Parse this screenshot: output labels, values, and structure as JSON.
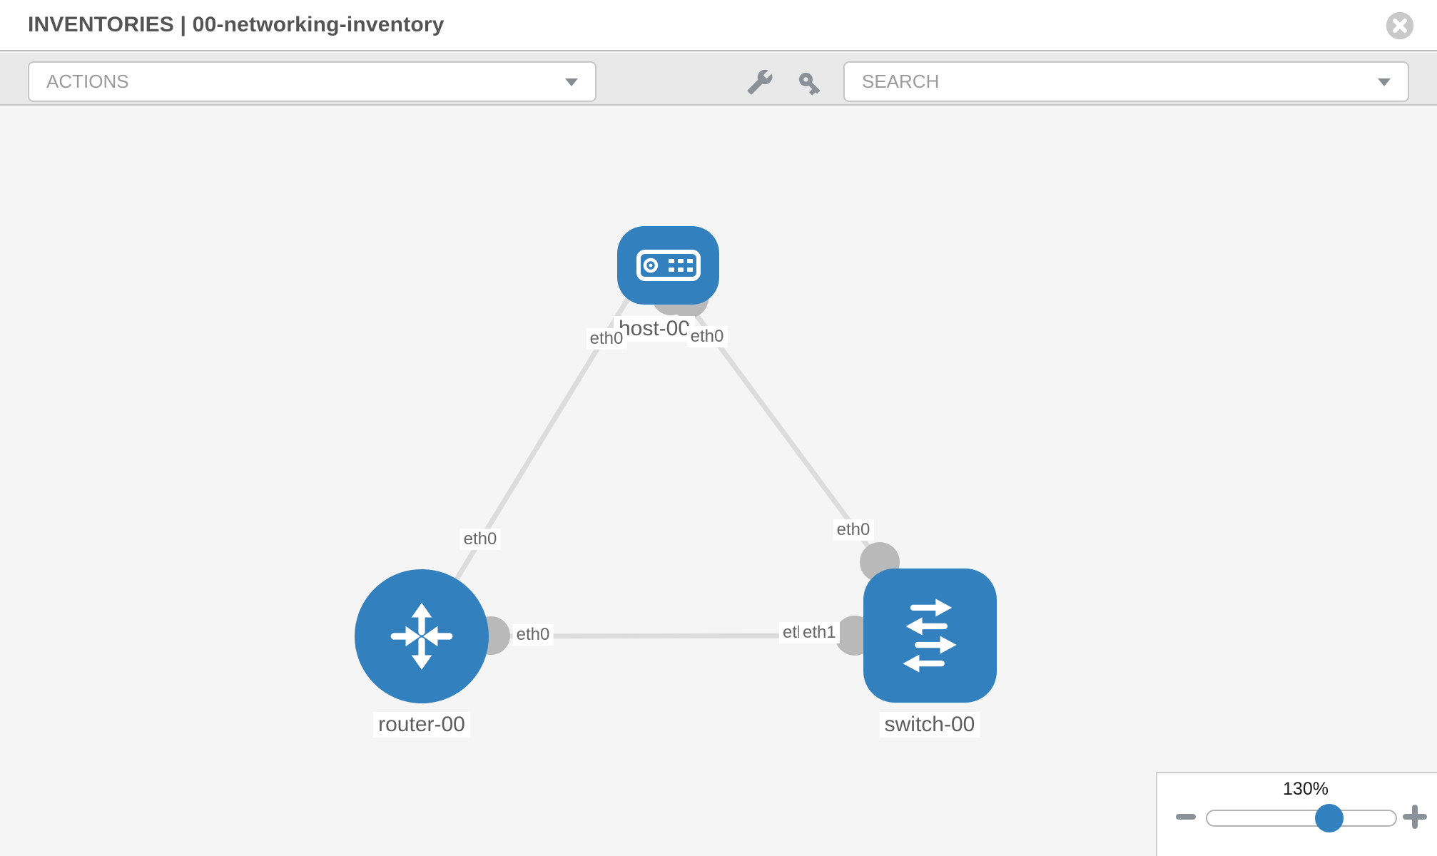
{
  "header": {
    "title": "INVENTORIES | 00-networking-inventory",
    "close_icon": "circle-x-icon"
  },
  "toolbar": {
    "actions_label": "ACTIONS",
    "search_placeholder": "SEARCH",
    "wrench_icon": "wrench-icon",
    "key_icon": "key-icon",
    "caret_icon": "chevron-down-icon"
  },
  "topology": {
    "nodes": [
      {
        "id": "host-00",
        "label": "host-00",
        "type": "host",
        "icon": "server-icon"
      },
      {
        "id": "router-00",
        "label": "router-00",
        "type": "router",
        "icon": "router-arrows-icon"
      },
      {
        "id": "switch-00",
        "label": "switch-00",
        "type": "switch",
        "icon": "switch-arrows-icon"
      }
    ],
    "links": [
      {
        "source": "host-00",
        "target": "router-00",
        "source_interface": "eth0",
        "target_interface": "eth0"
      },
      {
        "source": "host-00",
        "target": "switch-00",
        "source_interface": "eth0",
        "target_interface": "eth0"
      },
      {
        "source": "router-00",
        "target": "switch-00",
        "source_interface": "eth0",
        "target_interface": "eth1"
      }
    ],
    "interface_labels": {
      "host_left": "eth0",
      "host_right": "eth0",
      "router_top": "eth0",
      "router_right": "eth0",
      "switch_top": "eth0",
      "switch_left_under": "eth0",
      "switch_left_over": "eth1"
    }
  },
  "zoom_control": {
    "value": "130%",
    "zoom_out_icon": "minus-icon",
    "zoom_in_icon": "plus-icon"
  },
  "colors": {
    "node_blue": "#3380bf",
    "link_gray": "#dcdcdc",
    "interface_dot_gray": "#b9b9b9",
    "toolbar_icon_gray": "#8a9198",
    "canvas_background": "#f5f5f5"
  }
}
